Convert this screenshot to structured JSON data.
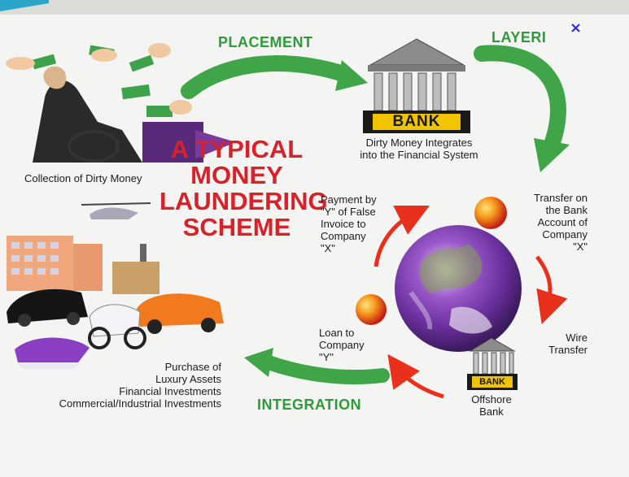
{
  "title": [
    "A TYPICAL",
    "MONEY",
    "LAUNDERING",
    "SCHEME"
  ],
  "phases": {
    "placement": "PLACEMENT",
    "layering": "LAYERI",
    "integration": "INTEGRATION"
  },
  "labels": {
    "collection": "Collection of Dirty Money",
    "bank_text": "BANK",
    "bank_caption": [
      "Dirty Money Integrates",
      "into the Financial System"
    ],
    "transfer": [
      "Transfer on",
      "the Bank",
      "Account of",
      "Company",
      "\"X\""
    ],
    "wire": [
      "Wire",
      "Transfer"
    ],
    "offshore_bank_text": "BANK",
    "offshore": [
      "Offshore",
      "Bank"
    ],
    "loan": [
      "Loan to",
      "Company",
      "\"Y\""
    ],
    "payment": [
      "Payment by",
      "\"Y\" of False",
      "Invoice to",
      "Company",
      "\"X\""
    ],
    "purchase": [
      "Purchase of",
      "Luxury Assets",
      "Financial Investments",
      "Commercial/Industrial Investments"
    ]
  },
  "close_symbol": "×",
  "colors": {
    "phase_green": "#2e9b3a",
    "title_red": "#d8222a",
    "arrow_red": "#e8301c",
    "bank_yellow": "#f2c400",
    "close_blue": "#2b2bd6"
  },
  "icons": [
    "money-hands-illustration",
    "bank-building-icon",
    "globe-illustration",
    "offshore-bank-icon",
    "luxury-assets-illustration"
  ]
}
